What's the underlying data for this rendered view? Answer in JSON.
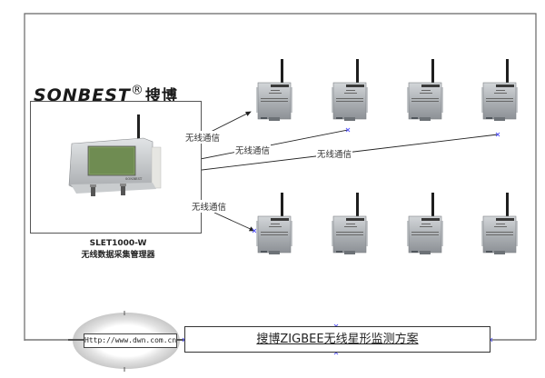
{
  "brand": {
    "name": "SONBEST",
    "registered_mark": "®",
    "chinese_name": "搜博"
  },
  "controller": {
    "model": "SLET1000-W",
    "description": "无线数据采集管理器",
    "panel_brand": "SONBEST"
  },
  "links": {
    "wireless_label": "无线通信",
    "labels": [
      "无线通信",
      "无线通信",
      "无线通信",
      "无线通信"
    ]
  },
  "nodes": {
    "top_row_count": 4,
    "bottom_row_count": 4,
    "node_type": "wireless-sensor-node"
  },
  "footer": {
    "url": "Http://www.dwn.com.cn",
    "title": "搜博ZIGBEE无线星形监测方案"
  },
  "colors": {
    "frame": "#555555",
    "arrow": "#222222",
    "anchor": "#5a5aff",
    "device_body": "#a9adb1",
    "screen": "#7b9560",
    "ellipse": "#d6d6d6"
  }
}
